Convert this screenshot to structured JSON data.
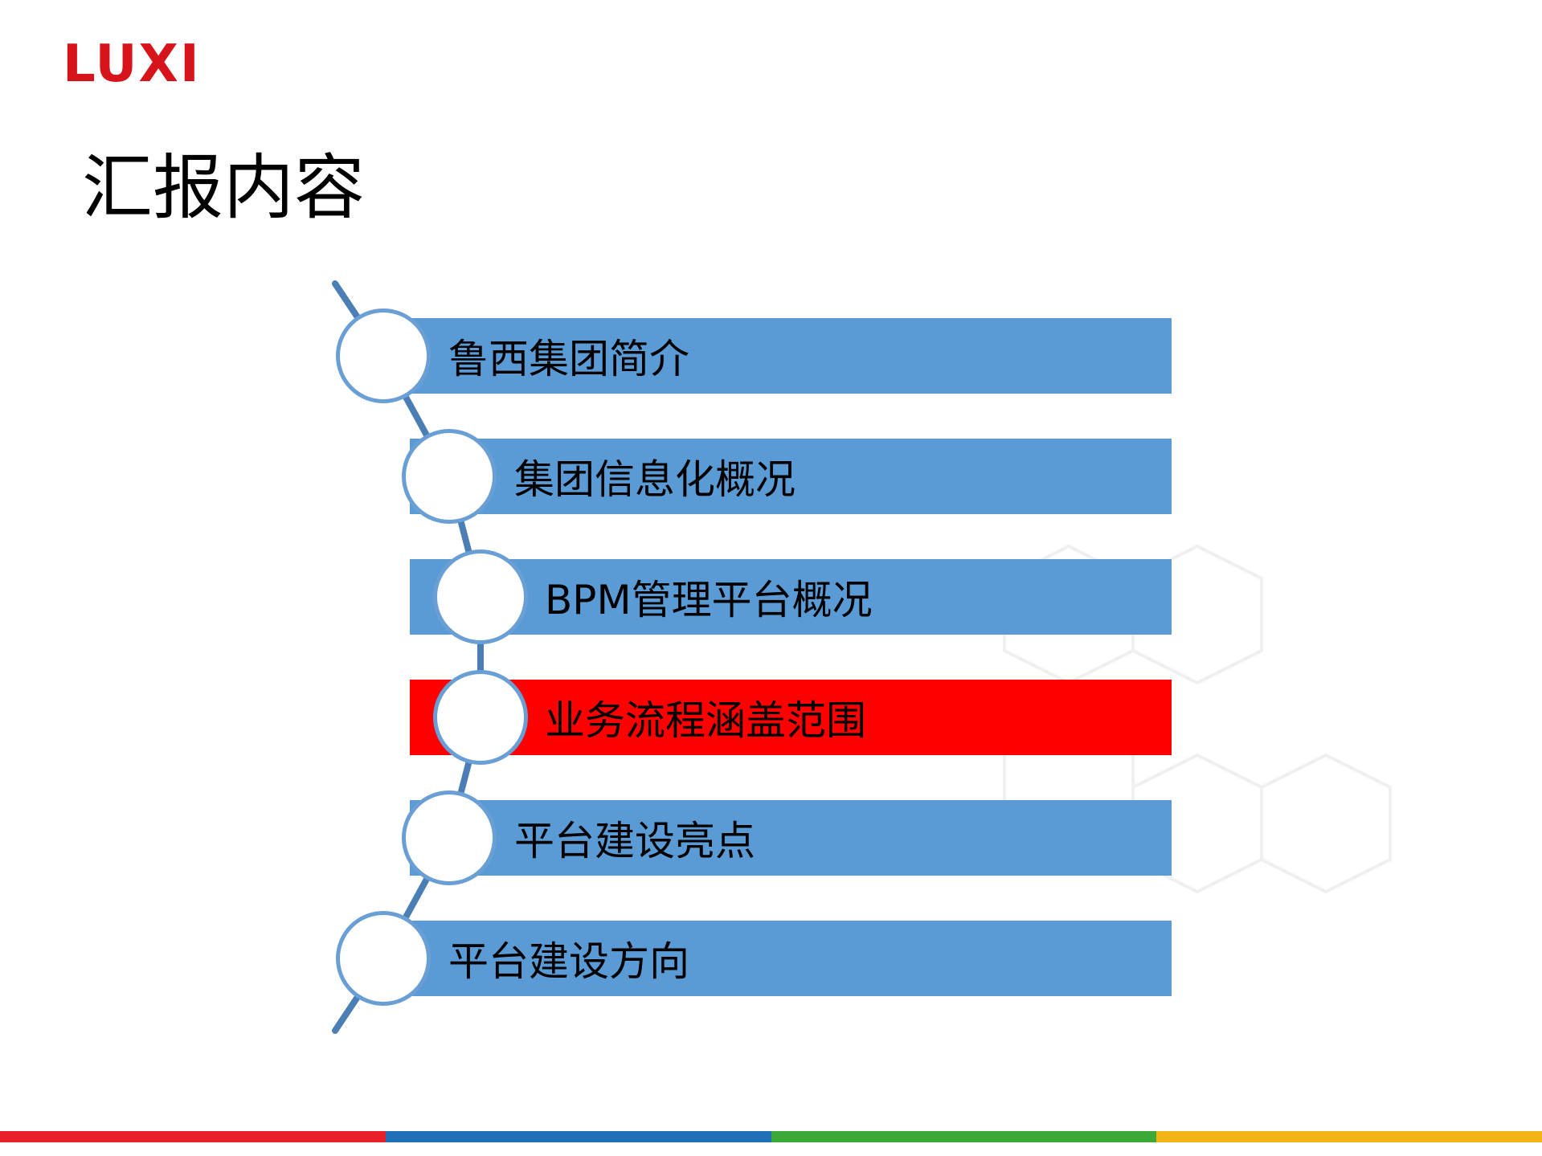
{
  "logo": {
    "text": "LUXI",
    "color": "#d7141b"
  },
  "title": "汇报内容",
  "agenda": {
    "items": [
      {
        "label": "鲁西集团简介",
        "active": false
      },
      {
        "label": "集团信息化概况",
        "active": false
      },
      {
        "label": "BPM管理平台概况",
        "active": false
      },
      {
        "label": "业务流程涵盖范围",
        "active": true
      },
      {
        "label": "平台建设亮点",
        "active": false
      },
      {
        "label": "平台建设方向",
        "active": false
      }
    ],
    "bar_color": "#5b9bd5",
    "active_color": "#ff0000",
    "connector_color": "#4a7eb5"
  },
  "footer": {
    "colors": [
      "#e8202a",
      "#1e6fb8",
      "#3aa935",
      "#f2b316"
    ]
  }
}
